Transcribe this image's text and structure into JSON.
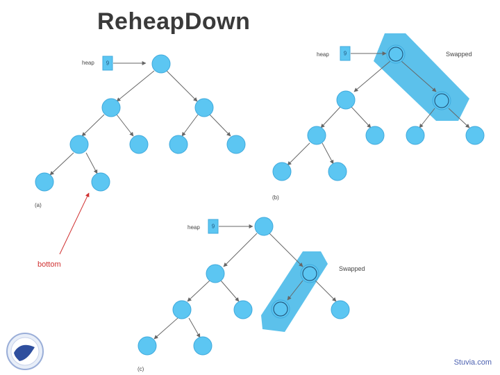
{
  "title": "ReheapDown",
  "footer": "Stuvia.com",
  "panels": {
    "a": {
      "label": "(a)",
      "pointer": {
        "label": "heap",
        "value": "9"
      },
      "bottom_label": "bottom",
      "nodes": [
        "",
        "",
        "",
        "",
        "",
        "",
        "",
        "",
        "",
        ""
      ]
    },
    "b": {
      "label": "(b)",
      "pointer": {
        "label": "heap",
        "value": "9"
      },
      "swap_label": "Swapped",
      "nodes": [
        "",
        "",
        "",
        "",
        "",
        "",
        "",
        "",
        "",
        ""
      ]
    },
    "c": {
      "label": "(c)",
      "pointer": {
        "label": "heap",
        "value": "9"
      },
      "swap_label": "Swapped",
      "nodes": [
        "",
        "",
        "",
        "",
        "",
        "",
        "",
        "",
        "",
        ""
      ]
    }
  },
  "colors": {
    "node": "#5cc6f2",
    "highlight": "#3fb6e8",
    "edge": "#666666",
    "bottom_label": "#d03030",
    "title": "#3a3a3a"
  },
  "icons": {
    "logo": "university-seal-icon"
  }
}
